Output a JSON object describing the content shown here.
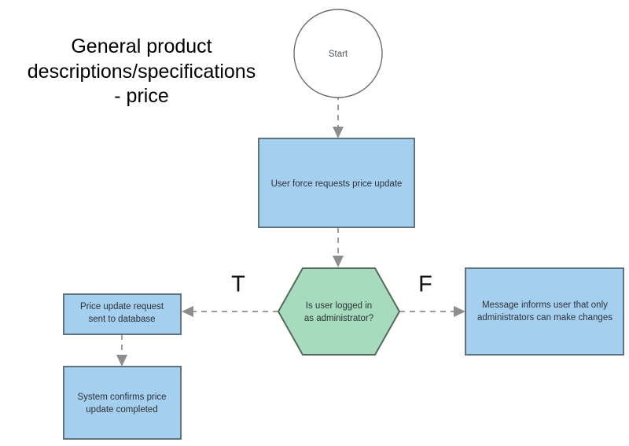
{
  "diagram": {
    "title": "General product\ndescriptions/specifications\n- price",
    "colors": {
      "process_fill": "#a5cfee",
      "process_stroke": "#5f7280",
      "decision_fill": "#a6dcbd",
      "decision_stroke": "#57685b",
      "start_fill": "#ffffff",
      "start_stroke": "#6b6b6b",
      "connector": "#8d8d8d",
      "background": "#ffffff",
      "title_text": "#000000",
      "node_text": "#2c3138"
    },
    "nodes": {
      "start": {
        "label": "Start",
        "shape": "circle"
      },
      "request": {
        "label": "User force requests price update",
        "shape": "rectangle"
      },
      "decision": {
        "line1": "Is user logged in",
        "line2": "as administrator?",
        "shape": "hexagon"
      },
      "database": {
        "line1": "Price update request",
        "line2": "sent to database",
        "shape": "rectangle"
      },
      "confirm": {
        "line1": "System confirms price",
        "line2": "update completed",
        "shape": "rectangle"
      },
      "message": {
        "line1": "Message informs user that only",
        "line2": "administrators can make changes",
        "shape": "rectangle"
      }
    },
    "branches": {
      "true_label": "T",
      "false_label": "F"
    }
  }
}
